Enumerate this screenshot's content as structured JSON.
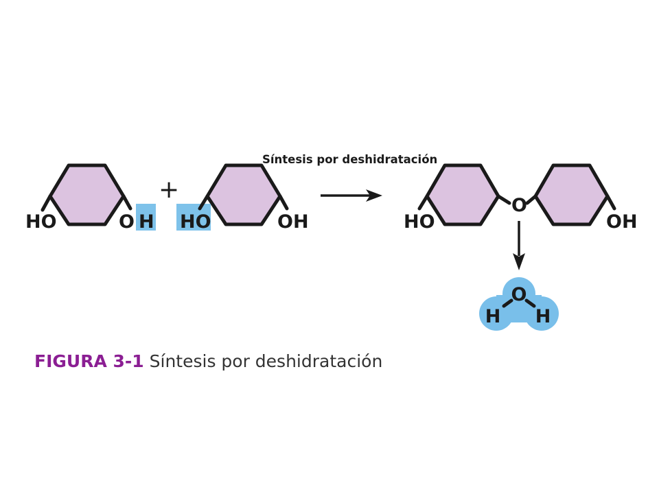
{
  "reaction_label": "Síntesis por deshidratación",
  "caption": {
    "figure_number": "FIGURA 3-1",
    "text": "Síntesis por deshidratación"
  },
  "reactant_1": {
    "left_group": "HO",
    "right_o": "O",
    "right_h": "H"
  },
  "plus_sign": "+",
  "reactant_2": {
    "left_group": "HO",
    "right_group": "OH"
  },
  "product": {
    "left_group": "HO",
    "bridge_o": "O",
    "right_group": "OH"
  },
  "water": {
    "o": "O",
    "h_left": "H",
    "h_right": "H"
  },
  "colors": {
    "ring_fill": "#dcc3e0",
    "highlight": "#7ec2ea",
    "water_fill": "#79bfea",
    "caption_accent": "#8b1e93"
  }
}
